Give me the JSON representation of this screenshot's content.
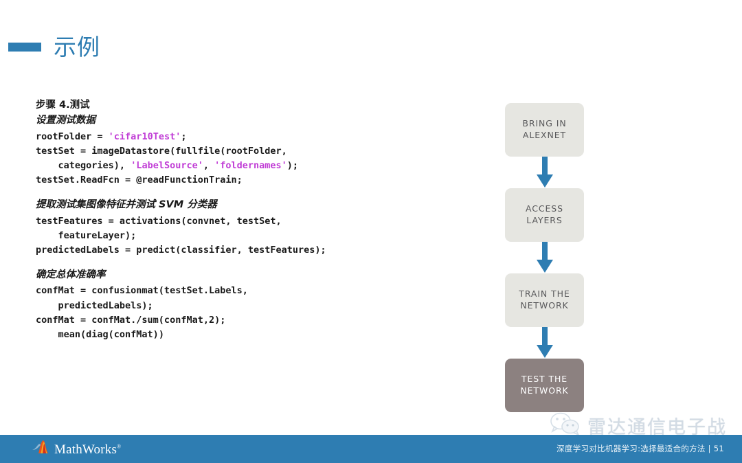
{
  "slide": {
    "title": "示例",
    "accent_color": "#2e7db2"
  },
  "content": {
    "sections": [
      {
        "heading": "步骤 4.测试",
        "subheading": "设置测试数据",
        "code_lines": [
          [
            {
              "t": "rootFolder = ",
              "k": "plain"
            },
            {
              "t": "'cifar10Test'",
              "k": "string"
            },
            {
              "t": ";",
              "k": "plain"
            }
          ],
          [
            {
              "t": "testSet = imageDatastore(fullfile(rootFolder,",
              "k": "plain"
            }
          ],
          [
            {
              "t": "    categories), ",
              "k": "plain"
            },
            {
              "t": "'LabelSource'",
              "k": "string"
            },
            {
              "t": ", ",
              "k": "plain"
            },
            {
              "t": "'foldernames'",
              "k": "string"
            },
            {
              "t": ");",
              "k": "plain"
            }
          ],
          [
            {
              "t": "testSet.ReadFcn = @readFunctionTrain;",
              "k": "plain"
            }
          ]
        ]
      },
      {
        "heading": "",
        "subheading": "提取测试集图像特征并测试 SVM 分类器",
        "code_lines": [
          [
            {
              "t": "testFeatures = activations(convnet, testSet,",
              "k": "plain"
            }
          ],
          [
            {
              "t": "    featureLayer);",
              "k": "plain"
            }
          ],
          [
            {
              "t": "predictedLabels = predict(classifier, testFeatures);",
              "k": "plain"
            }
          ]
        ]
      },
      {
        "heading": "",
        "subheading": "确定总体准确率",
        "code_lines": [
          [
            {
              "t": "confMat = confusionmat(testSet.Labels,",
              "k": "plain"
            }
          ],
          [
            {
              "t": "    predictedLabels);",
              "k": "plain"
            }
          ],
          [
            {
              "t": "confMat = confMat./sum(confMat,2);",
              "k": "plain"
            }
          ],
          [
            {
              "t": "    mean(diag(confMat))",
              "k": "plain"
            }
          ]
        ]
      }
    ],
    "string_color": "#c13ed6"
  },
  "flowchart": {
    "arrow_color": "#2e7db2",
    "box_color": "#e6e6e1",
    "active_box_color": "#8c8180",
    "steps": [
      {
        "label": "BRING IN\nALEXNET",
        "active": false
      },
      {
        "label": "ACCESS\nLAYERS",
        "active": false
      },
      {
        "label": "TRAIN THE\nNETWORK",
        "active": false
      },
      {
        "label": "TEST THE\nNETWORK",
        "active": true
      }
    ]
  },
  "watermark": {
    "text": "雷达通信电子战",
    "icon": "wechat-icon"
  },
  "footer": {
    "logo_text": "MathWorks",
    "logo_tm": "®",
    "caption": "深度学习对比机器学习:选择最适合的方法  |  51",
    "bar_color": "#2e7db2"
  }
}
